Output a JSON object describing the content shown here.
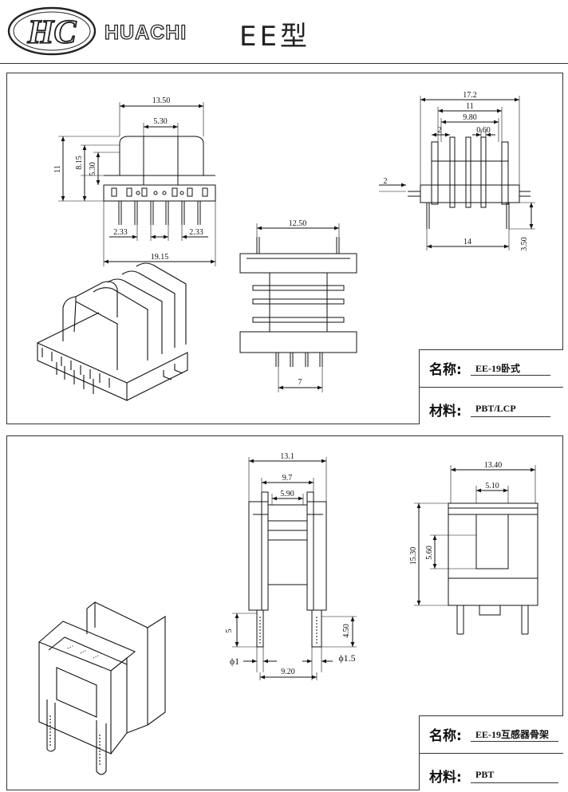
{
  "header": {
    "logo_text": "HC",
    "brand": "HUACHI",
    "product_type": "EE型"
  },
  "panel1": {
    "dims": {
      "top_width": "13.50",
      "top_inner": "5.30",
      "height_total": "11",
      "height_mid": "8.15",
      "height_inner": "5.30",
      "pitch_left": "2.33",
      "pitch_right": "2.33",
      "base_width": "19.15",
      "body_width": "12.50",
      "pin_span": "7",
      "side_total": "17.2",
      "side_mid": "11",
      "side_inner": "9.80",
      "flange_left": "2",
      "pin_thick": "0.60",
      "pin_offset": "2",
      "pin_row": "14",
      "pin_length": "3.50"
    },
    "spec": {
      "name_label": "名称:",
      "name_value": "EE-19卧式",
      "material_label": "材料:",
      "material_value": "PBT/LCP"
    }
  },
  "panel2": {
    "dims": {
      "front_total": "13.1",
      "front_mid": "9.7",
      "front_inner": "5.90",
      "pin_len_left": "5",
      "pin_len_right": "4.50",
      "pin_dia_left": "ϕ1",
      "pin_dia_right": "ϕ1.5",
      "pin_span": "9.20",
      "side_width": "13.40",
      "side_inner": "5.10",
      "side_height": "15.30",
      "side_window": "5.60"
    },
    "spec": {
      "name_label": "名称:",
      "name_value": "EE-19互感器骨架",
      "material_label": "材料:",
      "material_value": "PBT"
    }
  }
}
